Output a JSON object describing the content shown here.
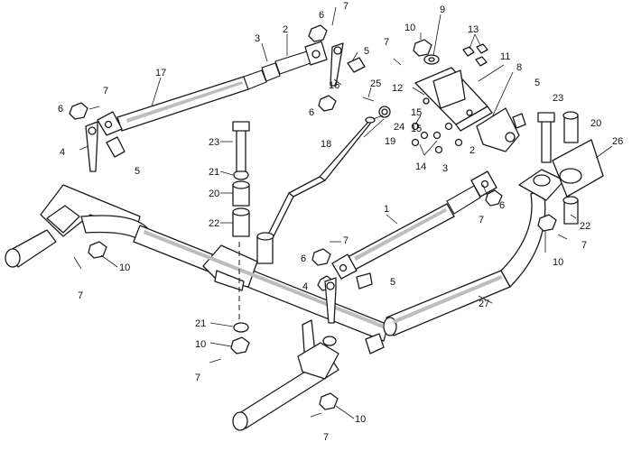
{
  "callouts": [
    {
      "id": "c1",
      "text": "7"
    },
    {
      "id": "c2",
      "text": "6"
    },
    {
      "id": "c3",
      "text": "2"
    },
    {
      "id": "c4",
      "text": "3"
    },
    {
      "id": "c5",
      "text": "5"
    },
    {
      "id": "c6",
      "text": "10"
    },
    {
      "id": "c7",
      "text": "9"
    },
    {
      "id": "c8",
      "text": "13"
    },
    {
      "id": "c9",
      "text": "7"
    },
    {
      "id": "c10",
      "text": "17"
    },
    {
      "id": "c11",
      "text": "11"
    },
    {
      "id": "c12",
      "text": "8"
    },
    {
      "id": "c13",
      "text": "16"
    },
    {
      "id": "c14",
      "text": "7"
    },
    {
      "id": "c15",
      "text": "12"
    },
    {
      "id": "c16",
      "text": "5"
    },
    {
      "id": "c17",
      "text": "25"
    },
    {
      "id": "c18",
      "text": "6"
    },
    {
      "id": "c19",
      "text": "6"
    },
    {
      "id": "c20",
      "text": "23"
    },
    {
      "id": "c21",
      "text": "15"
    },
    {
      "id": "c22",
      "text": "24"
    },
    {
      "id": "c23",
      "text": "19"
    },
    {
      "id": "c24",
      "text": "20"
    },
    {
      "id": "c25",
      "text": "4"
    },
    {
      "id": "c26",
      "text": "18"
    },
    {
      "id": "c27",
      "text": "15"
    },
    {
      "id": "c28",
      "text": "14"
    },
    {
      "id": "c29",
      "text": "26"
    },
    {
      "id": "c30",
      "text": "5"
    },
    {
      "id": "c31",
      "text": "23"
    },
    {
      "id": "c32",
      "text": "3"
    },
    {
      "id": "c33",
      "text": "2"
    },
    {
      "id": "c34",
      "text": "21"
    },
    {
      "id": "c35",
      "text": "20"
    },
    {
      "id": "c36",
      "text": "6"
    },
    {
      "id": "c37",
      "text": "7"
    },
    {
      "id": "c38",
      "text": "22"
    },
    {
      "id": "c39",
      "text": "22"
    },
    {
      "id": "c40",
      "text": "7"
    },
    {
      "id": "c41",
      "text": "1"
    },
    {
      "id": "c42",
      "text": "10"
    },
    {
      "id": "c43",
      "text": "7"
    },
    {
      "id": "c44",
      "text": "6"
    },
    {
      "id": "c45",
      "text": "10"
    },
    {
      "id": "c46",
      "text": "4"
    },
    {
      "id": "c47",
      "text": "5"
    },
    {
      "id": "c48",
      "text": "27"
    },
    {
      "id": "c49",
      "text": "7"
    },
    {
      "id": "c50",
      "text": "21"
    },
    {
      "id": "c51",
      "text": "10"
    },
    {
      "id": "c52",
      "text": "7"
    },
    {
      "id": "c53",
      "text": "10"
    },
    {
      "id": "c54",
      "text": "7"
    }
  ]
}
